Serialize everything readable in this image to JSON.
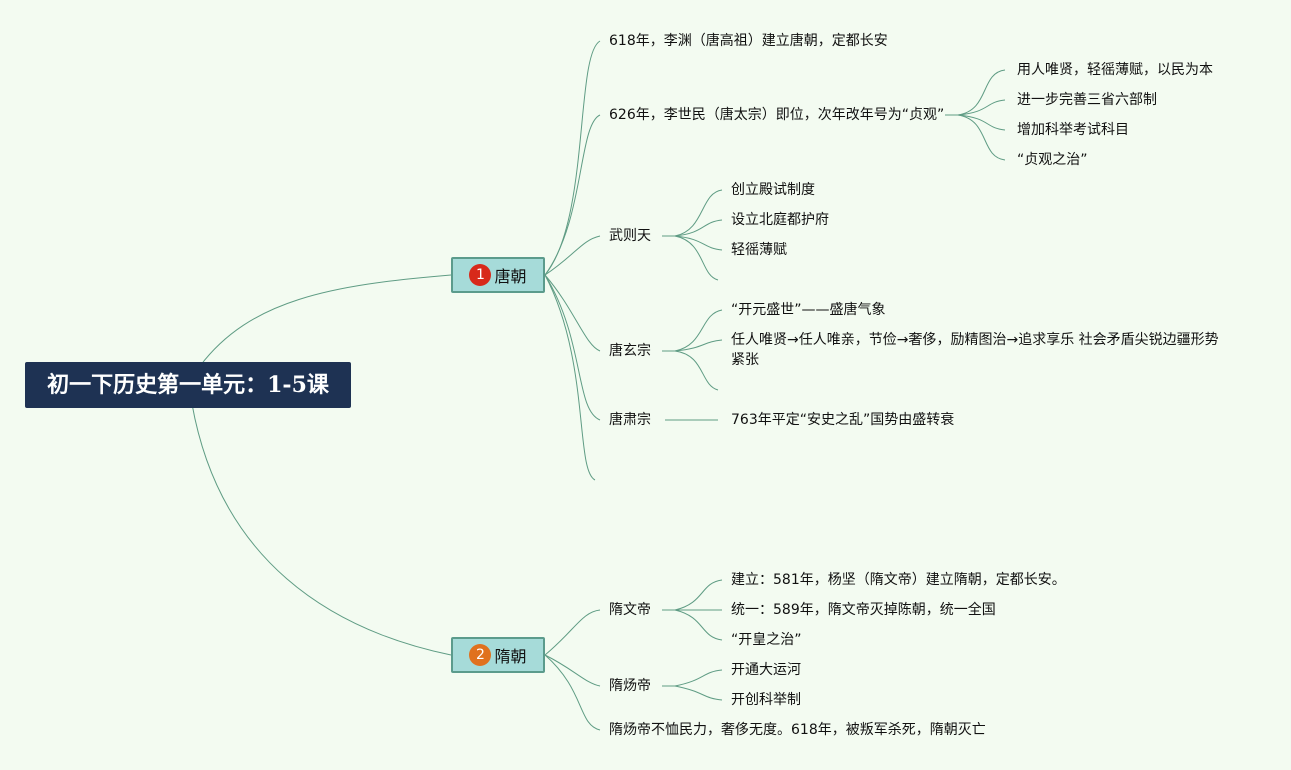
{
  "root": "初一下历史第一单元：1-5课",
  "colors": {
    "root_bg": "#1e3253",
    "branch_bg": "#a6dbd9",
    "badge_1": "#d8291a",
    "badge_2": "#e0711e",
    "line": "#5f9c84"
  },
  "branches": [
    {
      "badge": "1",
      "label": "唐朝",
      "children": [
        {
          "label": "618年，李渊（唐高祖）建立唐朝，定都长安"
        },
        {
          "label": "626年，李世民（唐太宗）即位，次年改年号为“贞观”",
          "children": [
            "用人唯贤，轻徭薄赋，以民为本",
            "进一步完善三省六部制",
            "增加科举考试科目",
            "“贞观之治”"
          ]
        },
        {
          "label": "武则天",
          "children": [
            "创立殿试制度",
            "设立北庭都护府",
            "轻徭薄赋",
            ""
          ]
        },
        {
          "label": "唐玄宗",
          "children": [
            "“开元盛世”——盛唐气象",
            "任人唯贤→任人唯亲，节俭→奢侈，励精图治→追求享乐 社会矛盾尖锐边疆形势紧张",
            ""
          ]
        },
        {
          "label": "唐肃宗",
          "children": [
            "763年平定“安史之乱”国势由盛转衰"
          ]
        },
        {
          "label": ""
        }
      ]
    },
    {
      "badge": "2",
      "label": "隋朝",
      "children": [
        {
          "label": "隋文帝",
          "children": [
            "建立：581年，杨坚（隋文帝）建立隋朝，定都长安。",
            "统一：589年，隋文帝灭掉陈朝，统一全国",
            "“开皇之治”"
          ]
        },
        {
          "label": "隋炀帝",
          "children": [
            "开通大运河",
            "开创科举制"
          ]
        },
        {
          "label": "隋炀帝不恤民力，奢侈无度。618年，被叛军杀死，隋朝灭亡"
        }
      ]
    }
  ]
}
